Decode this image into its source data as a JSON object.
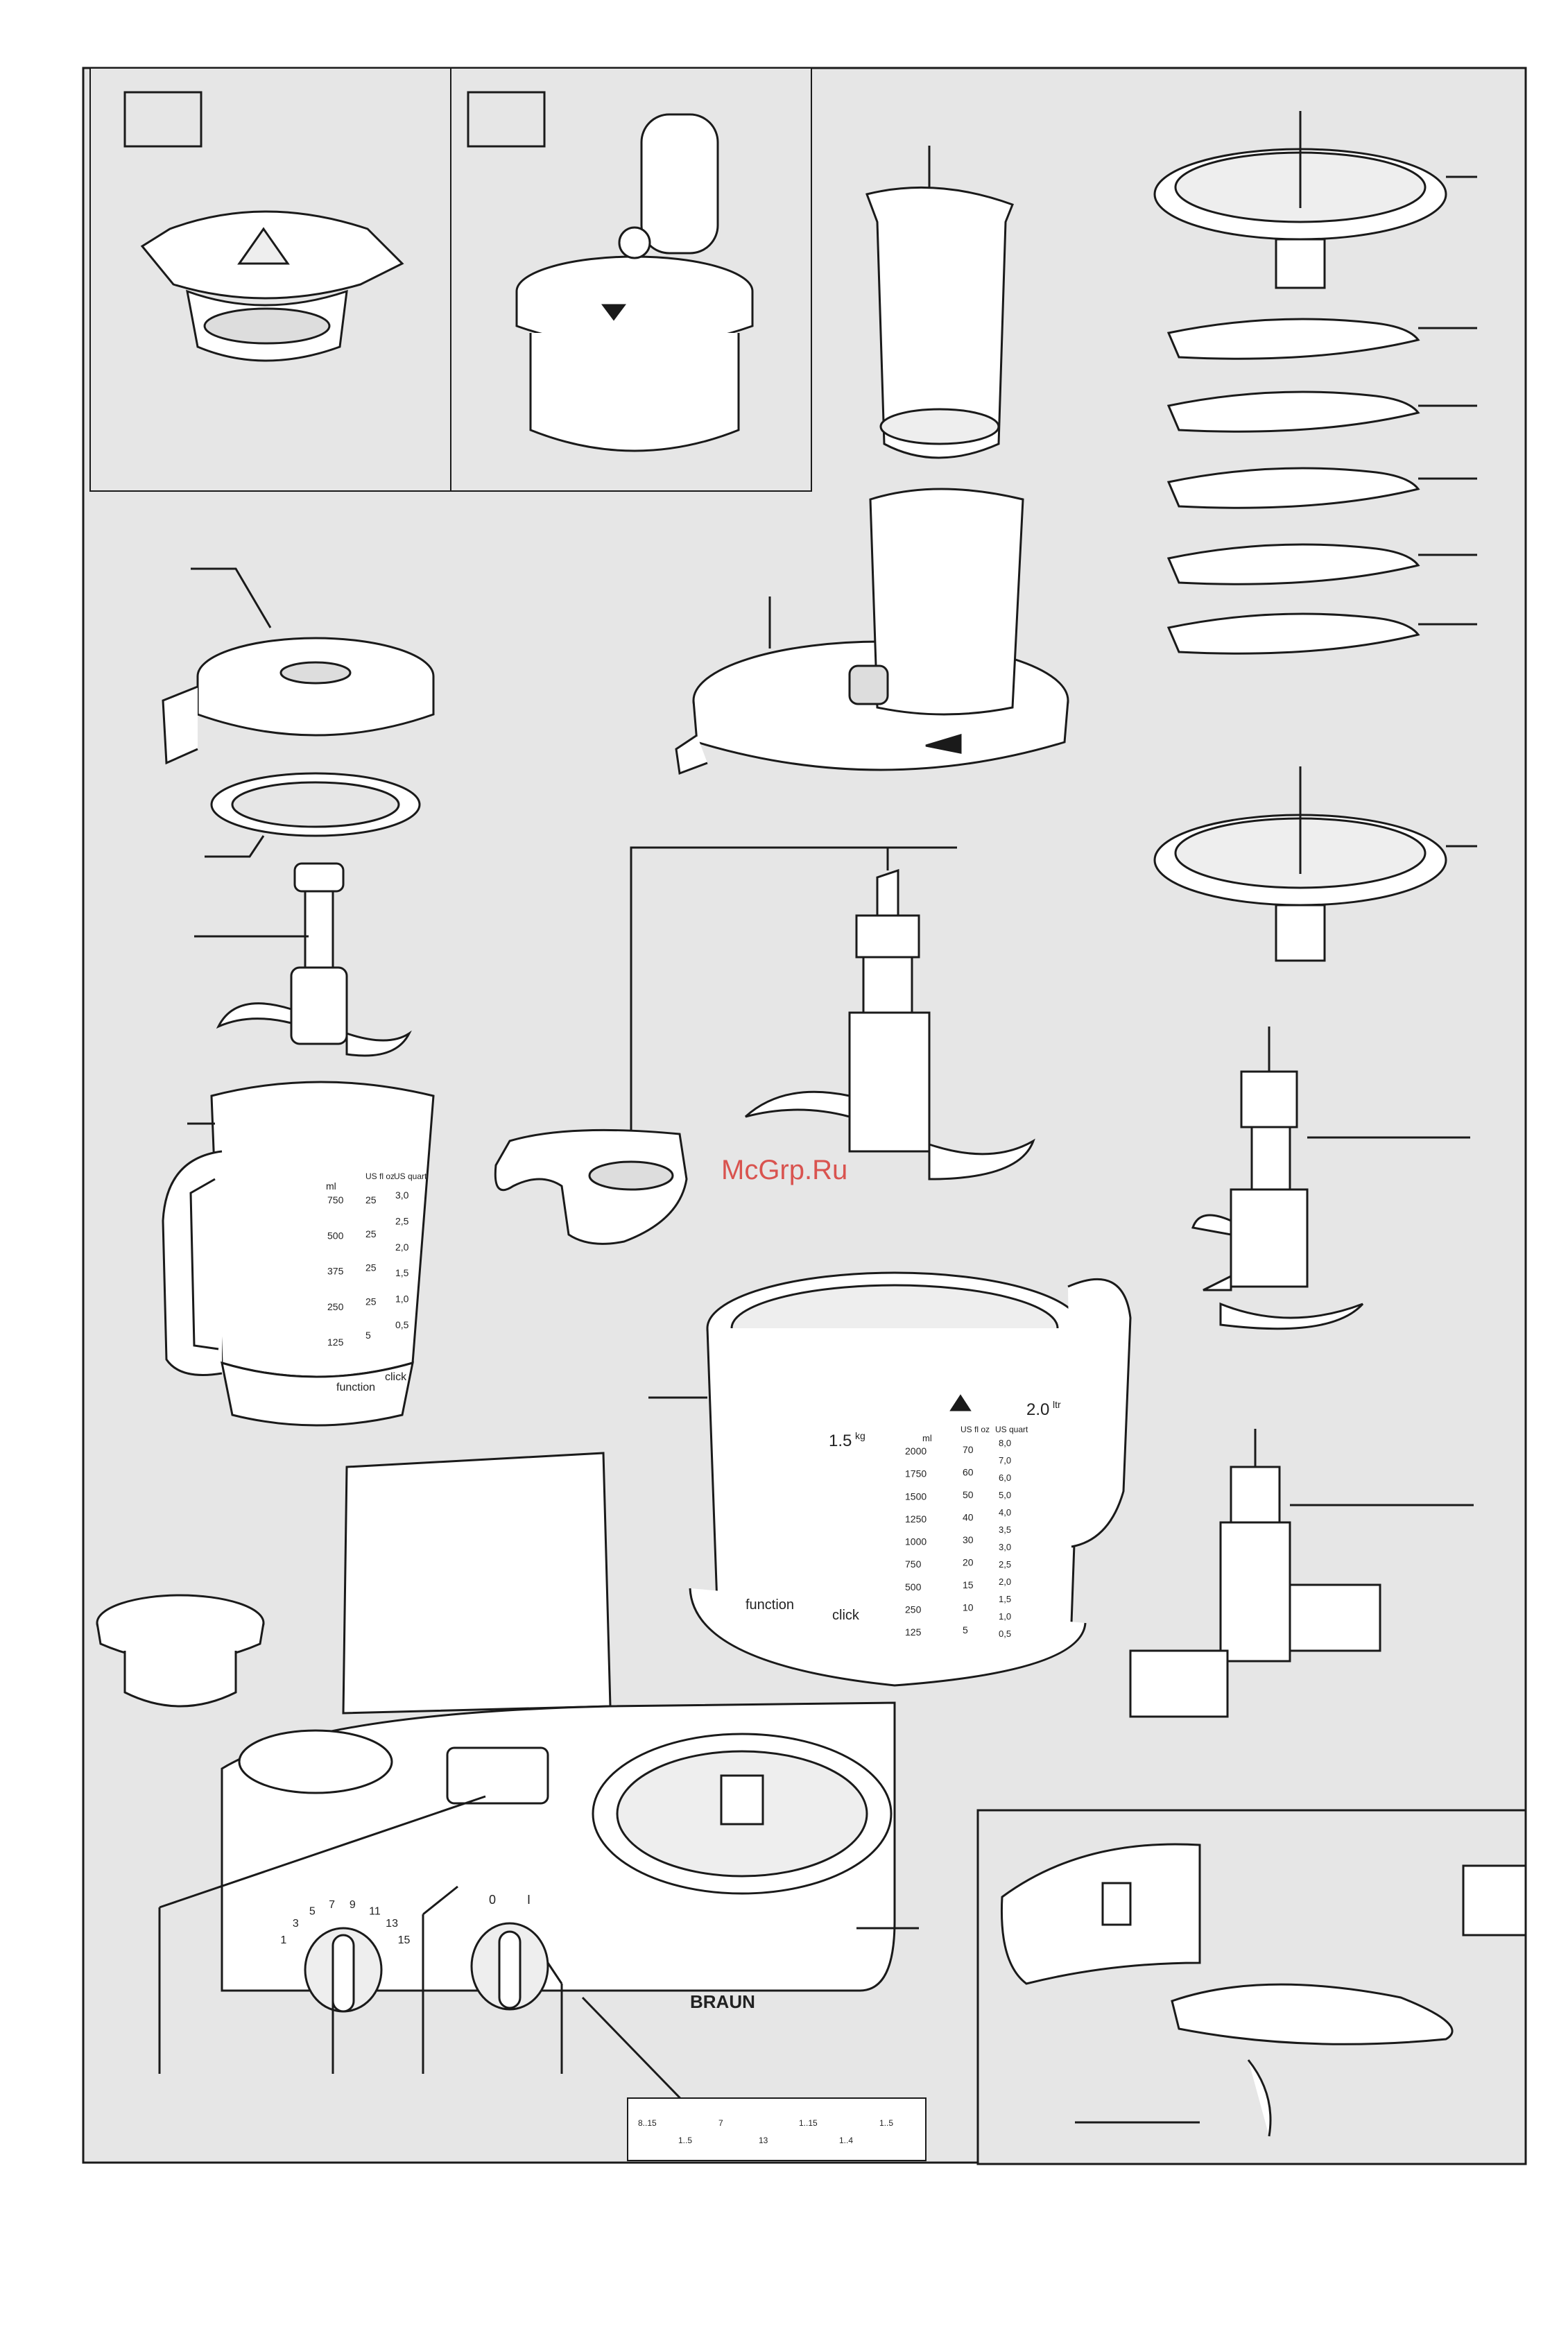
{
  "watermark": "McGrp.Ru",
  "brand": "BRAUN",
  "colors": {
    "panel": "#e6e6e6",
    "line": "#1a1a1a",
    "part": "#ffffff",
    "accent": "#d9534f"
  },
  "small_jug": {
    "ml_label": "ml",
    "usfl_label": "US fl oz",
    "usqt_label": "US quart",
    "ml_ticks": [
      "750",
      "500",
      "375",
      "250",
      "125"
    ],
    "usfl_ticks": [
      "25",
      "25",
      "25",
      "25",
      "5"
    ],
    "usqt_ticks": [
      "3,0",
      "2,5",
      "2,0",
      "1,5",
      "1,0",
      "0,5"
    ],
    "function_label": "function",
    "click_label": "click"
  },
  "big_bowl": {
    "capacity_small": "1.5",
    "capacity_small_unit": "kg",
    "capacity_big": "2.0",
    "capacity_big_unit": "ltr",
    "ml_label": "ml",
    "usfl_label": "US fl oz",
    "usqt_label": "US quart",
    "ml_ticks": [
      "2000",
      "1750",
      "1500",
      "1250",
      "1000",
      "750",
      "500",
      "250",
      "125"
    ],
    "usfl_ticks": [
      "70",
      "60",
      "50",
      "40",
      "30",
      "20",
      "15",
      "10",
      "5"
    ],
    "usqt_ticks": [
      "8,0",
      "7,0",
      "6,0",
      "5,0",
      "4,0",
      "3,5",
      "3,0",
      "2,5",
      "2,0",
      "1,5",
      "1,0",
      "0,5"
    ],
    "function_label": "function",
    "click_label": "click"
  },
  "speed_dial": {
    "marks": [
      "1",
      "3",
      "5",
      "7",
      "9",
      "11",
      "13",
      "15"
    ]
  },
  "switch_dial": {
    "marks": [
      "0",
      "I"
    ]
  },
  "speed_guide": {
    "cells": [
      "8..15",
      "1..5",
      "7",
      "13",
      "1..15",
      "1..4",
      "1..5"
    ]
  }
}
